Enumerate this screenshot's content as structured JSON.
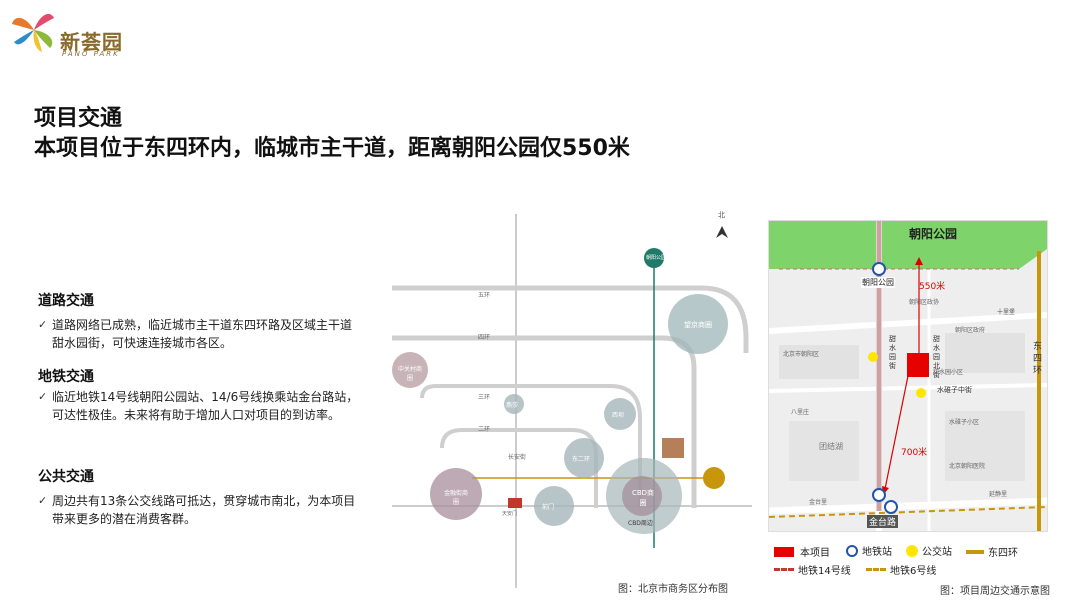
{
  "logo": {
    "brand": "新荟园",
    "sub": "PANO PARK"
  },
  "heading": {
    "title": "项目交通",
    "subtitle": "本项目位于东四环内，临城市主干道，距离朝阳公园仅550米"
  },
  "sections": [
    {
      "title": "道路交通",
      "body": "道路网络已成熟，临近城市主干道东四环路及区域主干道甜水园街，可快速连接城市各区。"
    },
    {
      "title": "地铁交通",
      "body": "临近地铁14号线朝阳公园站、14/6号线换乘站金台路站，可达性极佳。未来将有助于增加人口对项目的到访率。"
    },
    {
      "title": "公共交通",
      "body": "周边共有13条公交线路可抵达，贯穿城市南北，为本项目带来更多的潜在消费客群。"
    }
  ],
  "map1": {
    "caption": "图：北京市商务区分布图",
    "north": "北",
    "ring_labels": [
      "五环",
      "四环",
      "三环",
      "二环"
    ],
    "districts": [
      "望京商圈",
      "中关村商圈",
      "燕莎",
      "西坝",
      "东二环",
      "CBD商圈",
      "金融街商圈",
      "前门",
      "朝阳公园"
    ],
    "cbd_sub": "CBD周边",
    "ring_road_label": "长安街",
    "line_label": "天安门"
  },
  "map2": {
    "caption": "图：项目周边交通示意图",
    "park": "朝阳公园",
    "station1": "朝阳公园",
    "station2": "金台路",
    "dist1": "550米",
    "dist2": "700米",
    "east4": "东四环",
    "streets": [
      "甜水园街",
      "甜水园北街",
      "水碓子中街",
      "十里堡"
    ],
    "minor_labels": [
      "朝阳区政协",
      "北京市朝阳区",
      "甜水园小区",
      "朝阳区政府",
      "水碓子小区",
      "团结湖",
      "北京朝阳医院",
      "金台里",
      "八里庄",
      "延静里"
    ]
  },
  "legend": {
    "project": "本项目",
    "subway_station": "地铁站",
    "bus_stop": "公交站",
    "east4_ring": "东四环",
    "line14": "地铁14号线",
    "line6": "地铁6号线"
  },
  "colors": {
    "project": "#e60000",
    "bus": "#ffe600",
    "ring": "#c8960a",
    "park": "#7ed36a",
    "line14": "#c0392b"
  }
}
